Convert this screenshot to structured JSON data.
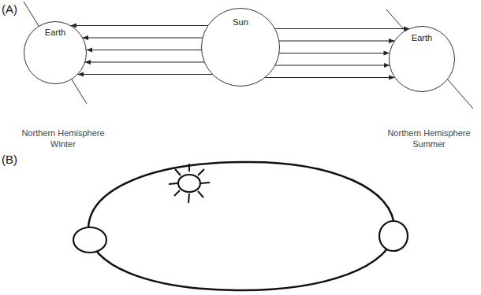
{
  "diagram": {
    "nodes": [
      {
        "text": [
          "Earth"
        ]
      },
      {
        "text": [
          "Sun"
        ]
      },
      {
        "text": [
          "Earth"
        ]
      }
    ],
    "edges": [
      {
        "from": 1,
        "to": 0,
        "arrow": "to"
      },
      {
        "from": 1,
        "to": 0,
        "arrow": "to"
      },
      {
        "from": 1,
        "to": 0,
        "arrow": "to"
      },
      {
        "from": 1,
        "to": 0,
        "arrow": "to"
      },
      {
        "from": 1,
        "to": 0,
        "arrow": "to"
      },
      {
        "from": 1,
        "to": 2,
        "arrow": "to"
      },
      {
        "from": 1,
        "to": 2,
        "arrow": "to"
      },
      {
        "from": 1,
        "to": 2,
        "arrow": "to"
      },
      {
        "from": 1,
        "to": 2,
        "arrow": "to"
      },
      {
        "from": 1,
        "to": 2,
        "arrow": "to"
      }
    ],
    "labels": [
      "(A)",
      "(B)",
      "Northern Hemisphere Winter",
      "Northern Hemisphere Summer"
    ]
  }
}
